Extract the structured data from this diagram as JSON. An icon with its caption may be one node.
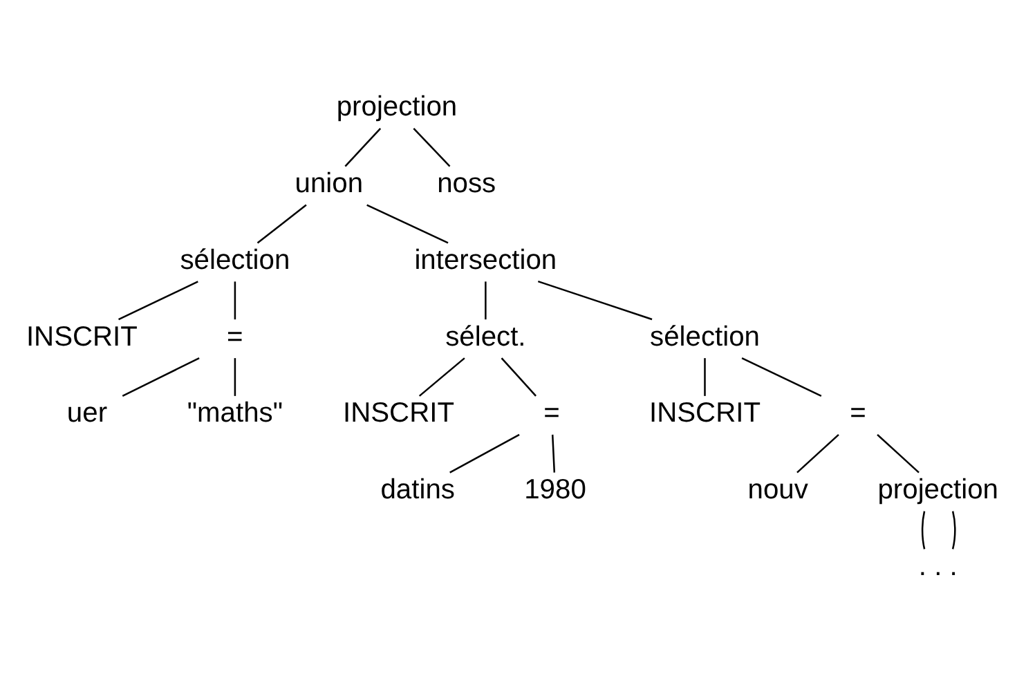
{
  "diagram": {
    "nodes": [
      {
        "text": [
          "projection"
        ]
      },
      {
        "text": [
          "union"
        ]
      },
      {
        "text": [
          "noss"
        ]
      },
      {
        "text": [
          "sélection"
        ]
      },
      {
        "text": [
          "intersection"
        ]
      },
      {
        "text": [
          "INSCRIT"
        ]
      },
      {
        "text": [
          "="
        ]
      },
      {
        "text": [
          "uer"
        ]
      },
      {
        "text": [
          "\"maths\""
        ]
      },
      {
        "text": [
          "sélect."
        ]
      },
      {
        "text": [
          "sélection"
        ]
      },
      {
        "text": [
          "INSCRIT"
        ]
      },
      {
        "text": [
          "="
        ]
      },
      {
        "text": [
          "datins"
        ]
      },
      {
        "text": [
          "1980"
        ]
      },
      {
        "text": [
          "INSCRIT"
        ]
      },
      {
        "text": [
          "="
        ]
      },
      {
        "text": [
          "nouv"
        ]
      },
      {
        "text": [
          "projection"
        ]
      },
      {
        "text": [
          ". . ."
        ]
      }
    ],
    "edges": [
      {
        "from": 0,
        "to": 1,
        "arrow": "none"
      },
      {
        "from": 0,
        "to": 2,
        "arrow": "none"
      },
      {
        "from": 1,
        "to": 3,
        "arrow": "none"
      },
      {
        "from": 1,
        "to": 4,
        "arrow": "none"
      },
      {
        "from": 3,
        "to": 5,
        "arrow": "none"
      },
      {
        "from": 3,
        "to": 6,
        "arrow": "none"
      },
      {
        "from": 6,
        "to": 7,
        "arrow": "none"
      },
      {
        "from": 6,
        "to": 8,
        "arrow": "none"
      },
      {
        "from": 4,
        "to": 9,
        "arrow": "none"
      },
      {
        "from": 4,
        "to": 10,
        "arrow": "none"
      },
      {
        "from": 9,
        "to": 11,
        "arrow": "none"
      },
      {
        "from": 9,
        "to": 12,
        "arrow": "none"
      },
      {
        "from": 12,
        "to": 13,
        "arrow": "none"
      },
      {
        "from": 12,
        "to": 14,
        "arrow": "none"
      },
      {
        "from": 10,
        "to": 15,
        "arrow": "none"
      },
      {
        "from": 10,
        "to": 16,
        "arrow": "none"
      },
      {
        "from": 16,
        "to": 17,
        "arrow": "none"
      },
      {
        "from": 16,
        "to": 18,
        "arrow": "none"
      },
      {
        "from": 18,
        "to": 19,
        "arrow": "none"
      },
      {
        "from": 18,
        "to": 19,
        "arrow": "none"
      }
    ]
  }
}
